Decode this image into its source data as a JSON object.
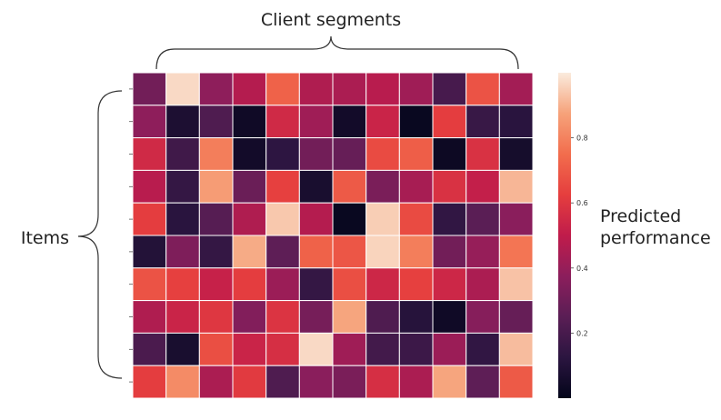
{
  "chart_data": {
    "type": "heatmap",
    "title": "",
    "x_annotation": "Client segments",
    "y_annotation": "Items",
    "colorbar_label": "Predicted performance",
    "colorbar_ticks": [
      "0.2",
      "0.4",
      "0.6",
      "0.8"
    ],
    "colorbar_tick_values": [
      0.2,
      0.4,
      0.6,
      0.8
    ],
    "value_range": [
      0.0,
      1.0
    ],
    "colormap": "rocket",
    "grid": true,
    "rows": 10,
    "cols": 12,
    "values": [
      [
        0.31,
        0.97,
        0.38,
        0.47,
        0.72,
        0.46,
        0.45,
        0.48,
        0.42,
        0.2,
        0.68,
        0.43
      ],
      [
        0.38,
        0.08,
        0.22,
        0.04,
        0.55,
        0.42,
        0.05,
        0.53,
        0.02,
        0.62,
        0.16,
        0.12
      ],
      [
        0.55,
        0.18,
        0.79,
        0.05,
        0.13,
        0.31,
        0.28,
        0.66,
        0.71,
        0.03,
        0.58,
        0.06
      ],
      [
        0.48,
        0.15,
        0.86,
        0.29,
        0.63,
        0.07,
        0.7,
        0.33,
        0.44,
        0.58,
        0.51,
        0.91
      ],
      [
        0.62,
        0.12,
        0.24,
        0.46,
        0.94,
        0.47,
        0.02,
        0.95,
        0.66,
        0.14,
        0.25,
        0.37
      ],
      [
        0.1,
        0.34,
        0.15,
        0.89,
        0.26,
        0.72,
        0.69,
        0.96,
        0.79,
        0.31,
        0.4,
        0.77
      ],
      [
        0.68,
        0.63,
        0.52,
        0.62,
        0.41,
        0.15,
        0.67,
        0.54,
        0.63,
        0.54,
        0.45,
        0.93
      ],
      [
        0.46,
        0.53,
        0.6,
        0.35,
        0.59,
        0.32,
        0.88,
        0.22,
        0.11,
        0.04,
        0.36,
        0.28
      ],
      [
        0.21,
        0.07,
        0.67,
        0.53,
        0.57,
        0.97,
        0.42,
        0.19,
        0.17,
        0.41,
        0.14,
        0.92
      ],
      [
        0.62,
        0.82,
        0.45,
        0.61,
        0.22,
        0.37,
        0.33,
        0.57,
        0.45,
        0.88,
        0.26,
        0.7
      ]
    ]
  }
}
